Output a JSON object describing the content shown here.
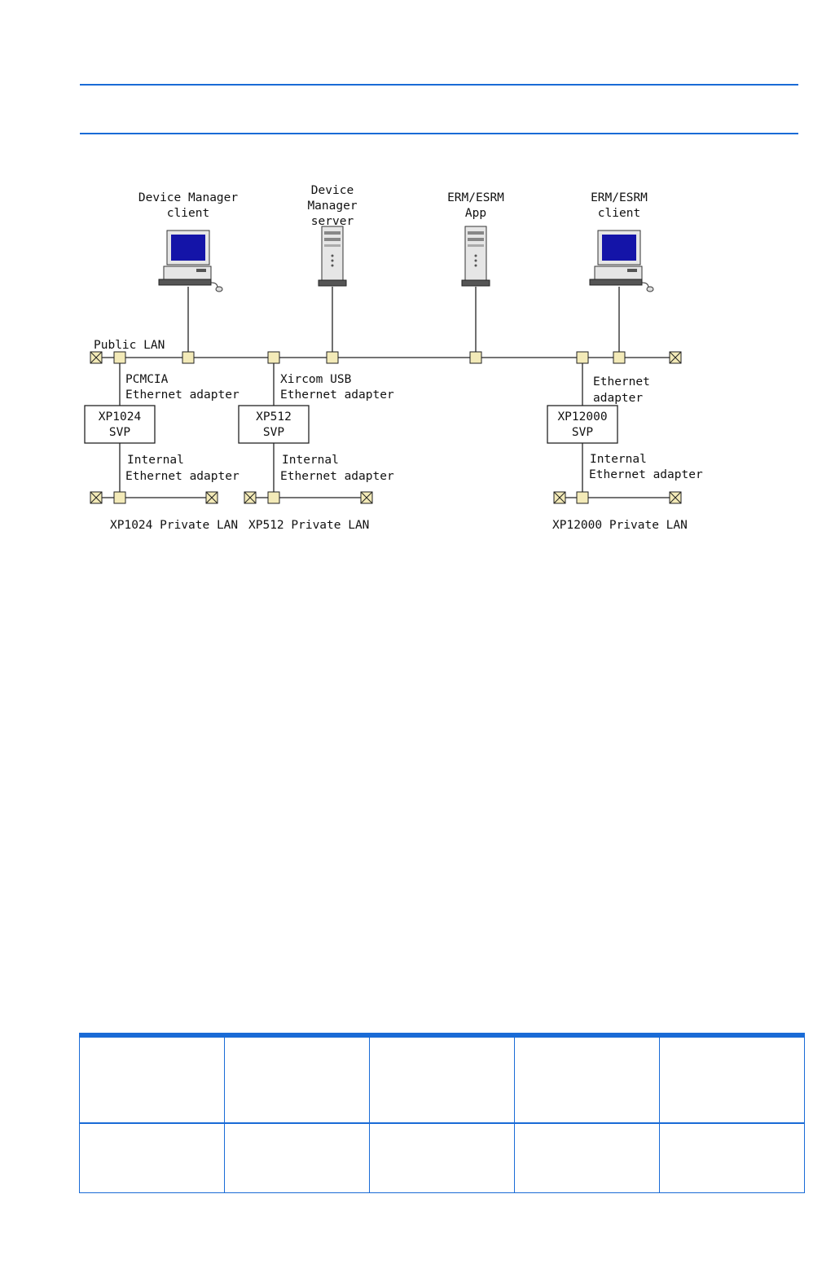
{
  "colors": {
    "accent": "#1a6bd6",
    "connector_fill": "#f3eab8",
    "screen": "#1414a8"
  },
  "diagram": {
    "devices": {
      "dm_client": [
        "Device Manager",
        "client"
      ],
      "dm_server": [
        "Device",
        "Manager",
        "server"
      ],
      "erm_app": [
        "ERM/ESRM",
        "App"
      ],
      "erm_client": [
        "ERM/ESRM",
        "client"
      ]
    },
    "lan_labels": {
      "public": "Public LAN",
      "xp1024_private": "XP1024 Private LAN",
      "xp512_private": "XP512 Private LAN",
      "xp12000_private": "XP12000 Private LAN"
    },
    "adapters": {
      "pcmcia": [
        "PCMCIA",
        "Ethernet adapter"
      ],
      "xircom": [
        "Xircom USB",
        "Ethernet adapter"
      ],
      "ethernet": [
        "Ethernet",
        "adapter"
      ],
      "internal_1024": [
        "Internal",
        "Ethernet adapter"
      ],
      "internal_512": [
        "Internal",
        "Ethernet adapter"
      ],
      "internal_12000": [
        "Internal",
        "Ethernet adapter"
      ]
    },
    "svps": {
      "xp1024": [
        "XP1024",
        "SVP"
      ],
      "xp512": [
        "XP512",
        "SVP"
      ],
      "xp12000": [
        "XP12000",
        "SVP"
      ]
    }
  },
  "table": {
    "rows": [
      [
        "",
        "",
        "",
        "",
        ""
      ],
      [
        "",
        "",
        "",
        "",
        ""
      ]
    ]
  }
}
